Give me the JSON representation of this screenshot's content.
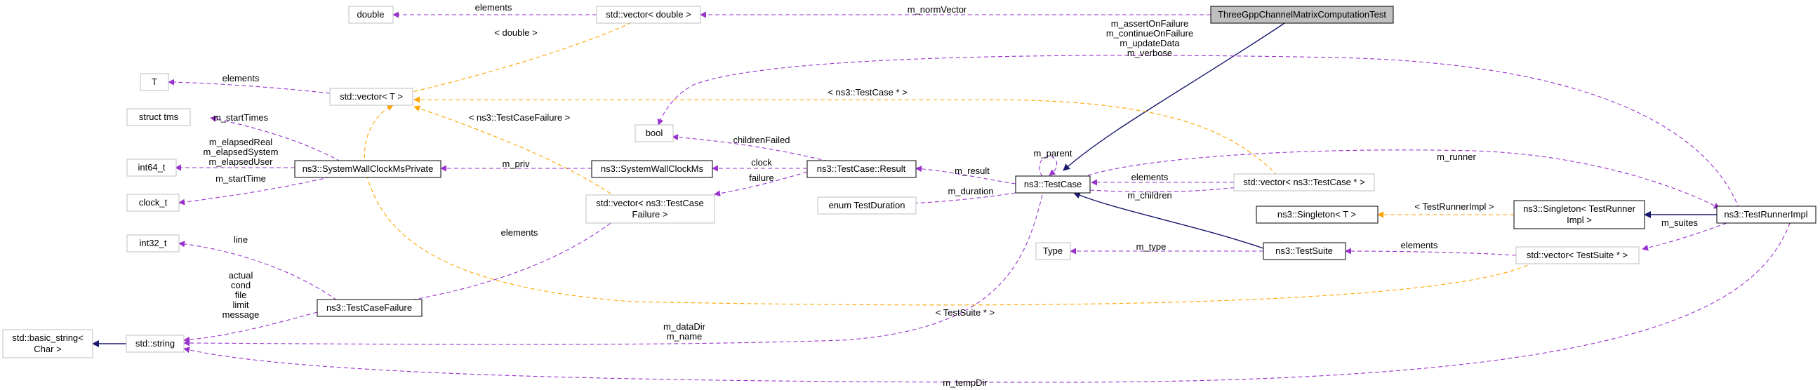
{
  "nodes": {
    "double": "double",
    "vector_double": "std::vector< double >",
    "focus": "ThreeGppChannelMatrixComputationTest",
    "T": "T",
    "vector_T": "std::vector< T >",
    "struct_tms": "struct tms",
    "bool": "bool",
    "int64_t": "int64_t",
    "wallclock_private": "ns3::SystemWallClockMsPrivate",
    "wallclock": "ns3::SystemWallClockMs",
    "testcase_result": "ns3::TestCase::Result",
    "testcase": "ns3::TestCase",
    "vector_testcase_ptr": "std::vector< ns3::TestCase * >",
    "runner_impl": "ns3::TestRunnerImpl",
    "clock_t": "clock_t",
    "vector_failure_l1": "std::vector< ns3::TestCase",
    "vector_failure_l2": "Failure >",
    "enum_duration": "enum TestDuration",
    "singleton_T": "ns3::Singleton< T >",
    "singleton_runner_l1": "ns3::Singleton< TestRunner",
    "singleton_runner_l2": "Impl >",
    "int32_t": "int32_t",
    "type": "Type",
    "testsuite": "ns3::TestSuite",
    "vector_testsuite_ptr": "std::vector< TestSuite * >",
    "testcasefailure": "ns3::TestCaseFailure",
    "basic_string_l1": "std::basic_string<",
    "basic_string_l2": "Char >",
    "string": "std::string"
  },
  "edge_labels": {
    "elements_double": "elements",
    "m_normVector": "m_normVector",
    "double_tmpl": "< double >",
    "flags_1": "m_assertOnFailure",
    "flags_2": "m_continueOnFailure",
    "flags_3": "m_updateData",
    "flags_4": "m_verbose",
    "elements_T": "elements",
    "testcase_ptr_tmpl": "< ns3::TestCase * >",
    "m_startTimes": "m_startTimes",
    "failure_tmpl": "< ns3::TestCaseFailure >",
    "childrenFailed": "childrenFailed",
    "m_elapsedReal": "m_elapsedReal",
    "m_elapsedSystem": "m_elapsedSystem",
    "m_elapsedUser": "m_elapsedUser",
    "m_priv": "m_priv",
    "clock": "clock",
    "failure": "failure",
    "m_result": "m_result",
    "m_parent": "m_parent",
    "m_runner": "m_runner",
    "elements_tc": "elements",
    "m_children": "m_children",
    "m_startTime": "m_startTime",
    "m_duration": "m_duration",
    "runner_impl_tmpl": "< TestRunnerImpl >",
    "m_suites": "m_suites",
    "line": "line",
    "elements_failure": "elements",
    "m_type": "m_type",
    "elements_suite": "elements",
    "actual": "actual",
    "cond": "cond",
    "file": "file",
    "limit": "limit",
    "message": "message",
    "testsuite_ptr_tmpl": "< TestSuite * >",
    "m_dataDir": "m_dataDir",
    "m_name": "m_name",
    "m_tempDir": "m_tempDir"
  },
  "colors": {
    "inheritance": "#191970",
    "usage": "#9a32cd",
    "template": "#ffa500",
    "focus_fill": "#bfbfbf",
    "external_border": "#bfbfbf"
  }
}
